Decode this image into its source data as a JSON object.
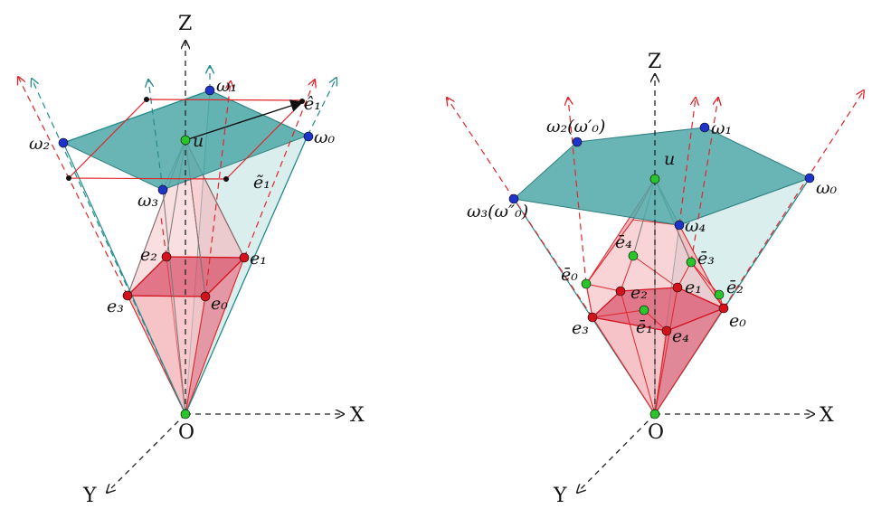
{
  "colors": {
    "teal_fill": "#4FA8A8",
    "teal_light": "#CFE8E8",
    "teal_line": "#238B8B",
    "red_line": "#E0262B",
    "pink_fill": "#F4B7BC",
    "pink_dark": "#E06A80",
    "node_blue": "#1D33C9",
    "node_red": "#D4121C",
    "node_green": "#29C52A",
    "axis": "#222222"
  },
  "left": {
    "axes": {
      "x": "X",
      "y": "Y",
      "z": "Z",
      "origin": "O"
    },
    "labels": {
      "omega1": "ω₁",
      "omega0": "ω₀",
      "omega2": "ω₂",
      "omega3": "ω₃",
      "u": "u",
      "e1_hat": "ê₁",
      "e1_tilde": "ẽ₁",
      "e0": "e₀",
      "e1": "e₁",
      "e2": "e₂",
      "e3": "e₃"
    }
  },
  "right": {
    "axes": {
      "x": "X",
      "y": "Y",
      "z": "Z",
      "origin": "O"
    },
    "labels": {
      "omega2": "ω₂(ω′₀)",
      "omega1": "ω₁",
      "omega0": "ω₀",
      "omega3": "ω₃(ω″₀)",
      "omega4": "ω₄",
      "u": "u",
      "e0": "e₀",
      "e1": "e₁",
      "e2": "e₂",
      "e3": "e₃",
      "e4": "e₄",
      "e0_bar": "ē₀",
      "e1_bar": "ē₁",
      "e2_bar": "ē₂",
      "e3_bar": "ē₃",
      "e4_bar": "ē₄"
    }
  }
}
